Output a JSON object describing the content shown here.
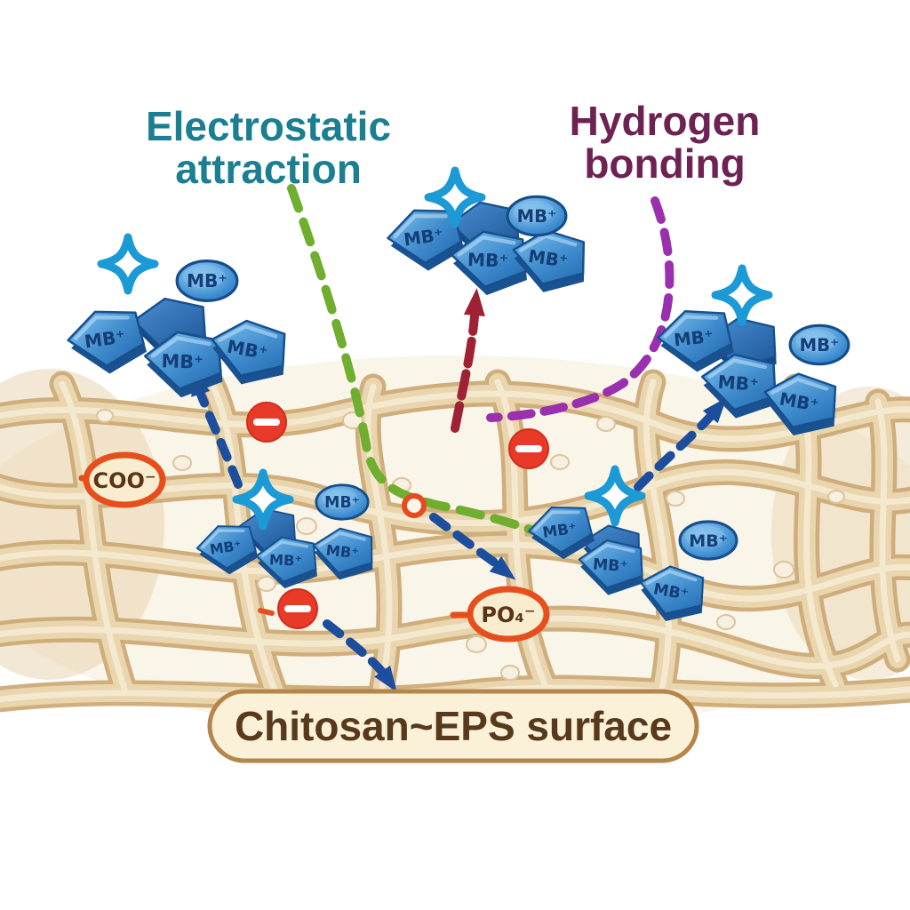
{
  "titles": {
    "electrostatic_line1": "Electrostatic",
    "electrostatic_line2": "attraction",
    "hydrogen_line1": "Hydrogen",
    "hydrogen_line2": "bonding"
  },
  "labels": {
    "mb": "MB⁺",
    "coo": "COO⁻",
    "po4": "PO₄⁻",
    "surface_box": "Chitosan~EPS surface"
  },
  "colors": {
    "electrostatic_text": "#1b7f91",
    "hydrogen_text": "#6e2153",
    "green_dash": "#6fae2f",
    "purple_dash": "#9a30ad",
    "dark_red_arrow": "#9e2134",
    "navy_arrow": "#1c4e9d",
    "minus_charge_red": "#e83a28",
    "functional_group_ring": "#e64e1d",
    "mesh_body": "#e9d5ae",
    "mesh_edge": "#cdab77",
    "mb_blue": "#2268b2",
    "plus_charge_cyan": "#1b9ad6",
    "box_fill": "#fbf1d9",
    "box_border": "#b5854a",
    "box_text": "#57391b"
  }
}
